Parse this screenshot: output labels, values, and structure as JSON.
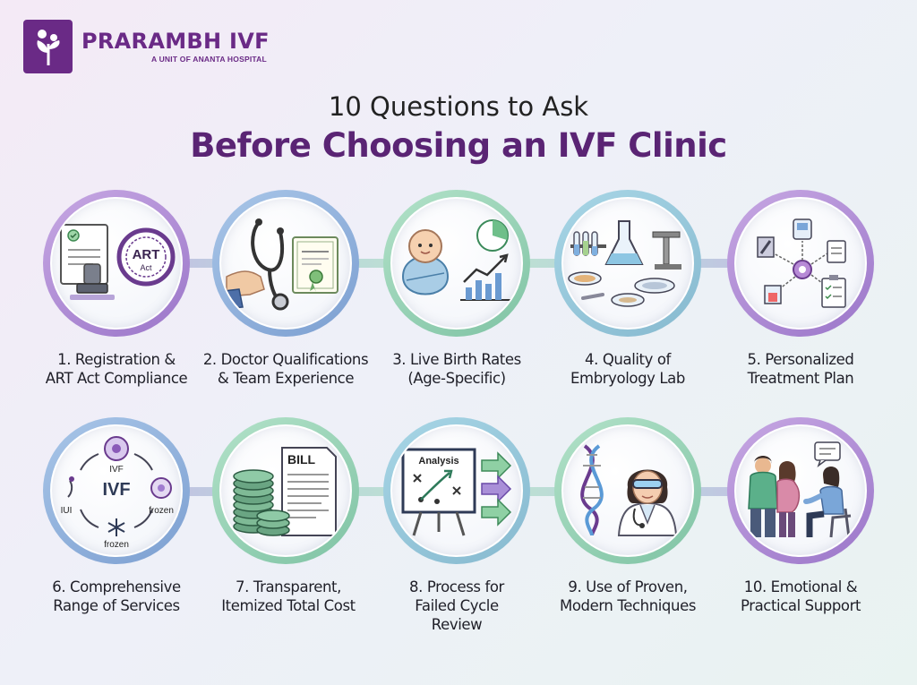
{
  "brand": {
    "name": "PRARAMBH IVF",
    "tagline": "A UNIT OF ANANTA HOSPITAL"
  },
  "heading": {
    "line1": "10 Questions to Ask",
    "line2": "Before Choosing an IVF Clinic"
  },
  "colors": {
    "brand_purple": "#6a2a86",
    "title_purple": "#5a2474"
  },
  "items": [
    {
      "line1": "1. Registration &",
      "line2": "ART Act Compliance",
      "line3": "",
      "icon": "certificate-stamp-icon",
      "badge": "ART",
      "badge_sub": "Act"
    },
    {
      "line1": "2. Doctor Qualifications",
      "line2": "& Team Experience",
      "line3": "",
      "icon": "stethoscope-icon"
    },
    {
      "line1": "3. Live Birth Rates",
      "line2": "(Age-Specific)",
      "line3": "",
      "icon": "baby-chart-icon"
    },
    {
      "line1": "4. Quality of",
      "line2": "Embryology Lab",
      "line3": "",
      "icon": "lab-equipment-icon"
    },
    {
      "line1": "5. Personalized",
      "line2": "Treatment Plan",
      "line3": "",
      "icon": "treatment-plan-icon"
    },
    {
      "line1": "6. Comprehensive",
      "line2": "Range of Services",
      "line3": "",
      "icon": "services-cycle-icon",
      "center": "IVF",
      "ivf": "IVF",
      "iui": "IUI",
      "frozen": "frozen"
    },
    {
      "line1": "7. Transparent,",
      "line2": "Itemized Total Cost",
      "line3": "",
      "icon": "bill-coins-icon",
      "bill": "BILL"
    },
    {
      "line1": "8. Process for",
      "line2": "Failed Cycle",
      "line3": "Review",
      "icon": "analysis-board-icon",
      "board": "Analysis"
    },
    {
      "line1": "9. Use of Proven,",
      "line2": "Modern Techniques",
      "line3": "",
      "icon": "dna-scientist-icon"
    },
    {
      "line1": "10. Emotional &",
      "line2": "Practical Support",
      "line3": "",
      "icon": "counseling-icon"
    }
  ]
}
